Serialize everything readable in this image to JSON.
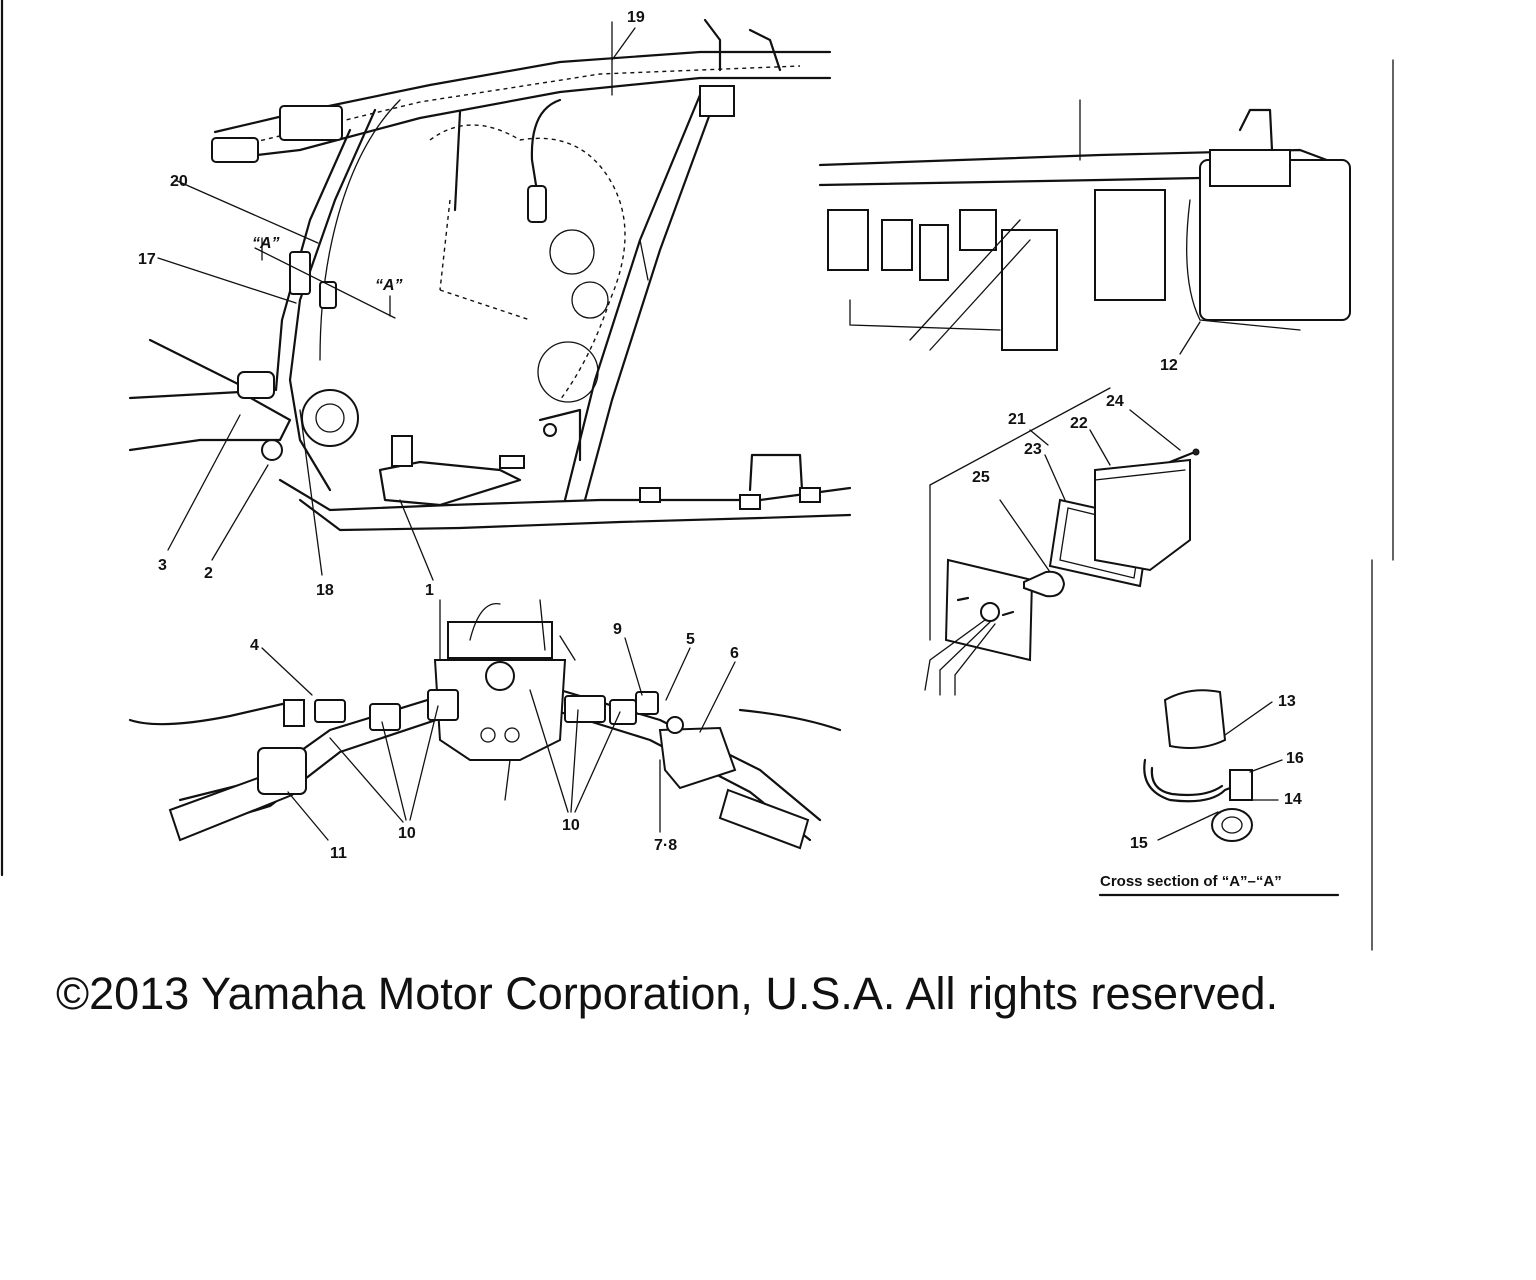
{
  "callouts": {
    "c1": "1",
    "c2": "2",
    "c3": "3",
    "c4": "4",
    "c5": "5",
    "c6": "6",
    "c78": "7·8",
    "c9": "9",
    "c10a": "10",
    "c10b": "10",
    "c11": "11",
    "c12": "12",
    "c13": "13",
    "c14": "14",
    "c15": "15",
    "c16": "16",
    "c17": "17",
    "c18": "18",
    "c19": "19",
    "c20": "20",
    "c21": "21",
    "c22": "22",
    "c23": "23",
    "c24": "24",
    "c25": "25"
  },
  "section_markers": {
    "left": "“A”",
    "right": "“A”"
  },
  "cross_section_caption": "Cross section of “A”–“A”",
  "copyright": "©2013 Yamaha Motor Corporation, U.S.A. All rights reserved."
}
